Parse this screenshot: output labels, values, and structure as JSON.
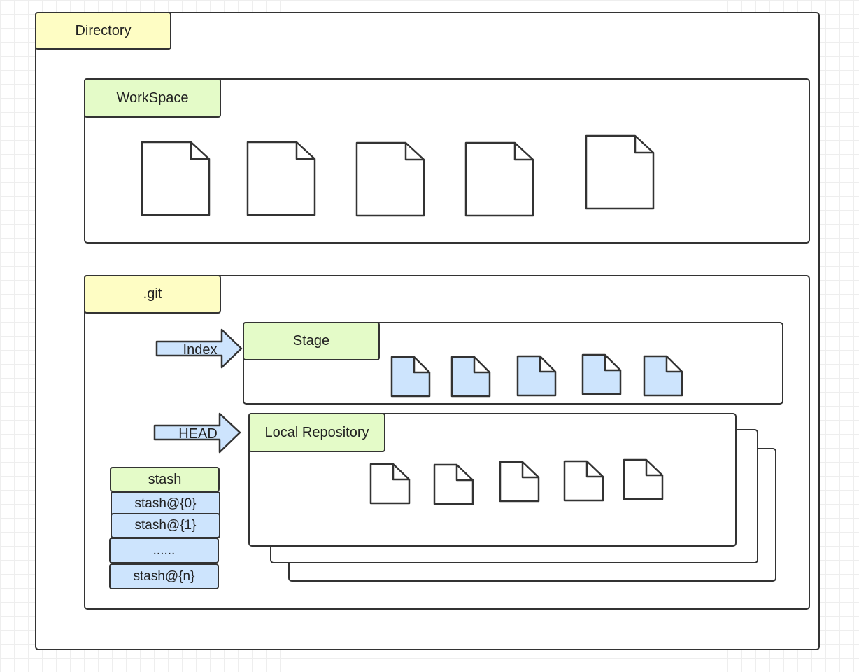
{
  "directory": {
    "label": "Directory"
  },
  "workspace": {
    "label": "WorkSpace"
  },
  "git": {
    "label": ".git"
  },
  "stage": {
    "label": "Stage"
  },
  "local_repository": {
    "label": "Local Repository"
  },
  "pointers": {
    "index": "Index",
    "head": "HEAD"
  },
  "stash": {
    "title": "stash",
    "items": [
      "stash@{0}",
      "stash@{1}",
      "......",
      "stash@{n}"
    ]
  },
  "colors": {
    "outline": "#333333",
    "tag_yellow": "#fefdc4",
    "tag_green": "#e4fbc8",
    "file_blue": "#cde4fd",
    "file_white": "#ffffff"
  }
}
